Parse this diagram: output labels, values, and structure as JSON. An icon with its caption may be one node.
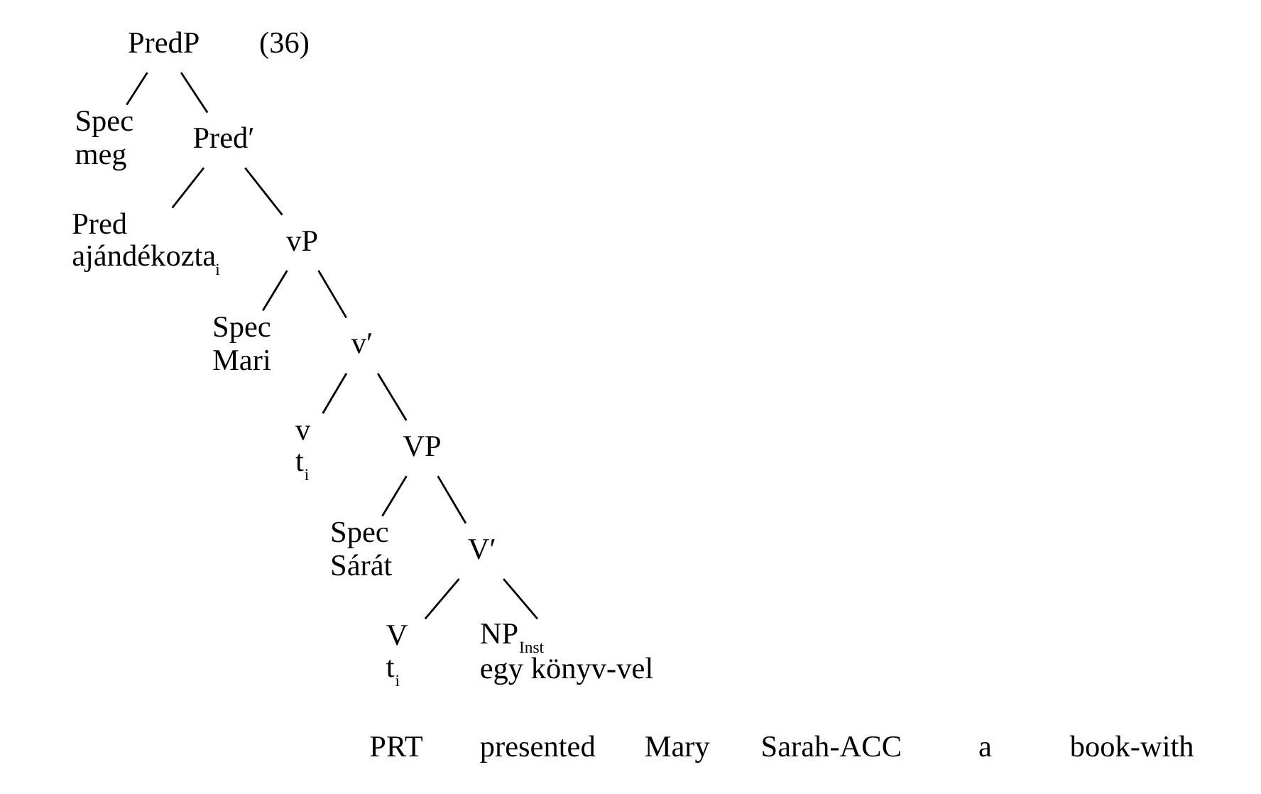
{
  "diagram": {
    "nodes": [
      {
        "text": [
          "PredP"
        ]
      },
      {
        "text": [
          "Spec",
          "meg"
        ]
      },
      {
        "text": [
          "Pred′"
        ]
      },
      {
        "text": [
          "Pred",
          "ajándékozta$_{i}$"
        ]
      },
      {
        "text": [
          "vP"
        ]
      },
      {
        "text": [
          "Spec",
          "Mari"
        ]
      },
      {
        "text": [
          "v′"
        ]
      },
      {
        "text": [
          "v",
          "t$_{i}$"
        ]
      },
      {
        "text": [
          "VP"
        ]
      },
      {
        "text": [
          "Spec",
          "Sárát"
        ]
      },
      {
        "text": [
          "V′"
        ]
      },
      {
        "text": [
          "V",
          "t$_{i}$"
        ]
      },
      {
        "text": [
          "NP$_{Inst}$",
          "egy könyv-vel"
        ]
      }
    ],
    "edges": [
      {
        "from": 0,
        "to": 1,
        "arrow": "none"
      },
      {
        "from": 0,
        "to": 2,
        "arrow": "none"
      },
      {
        "from": 2,
        "to": 3,
        "arrow": "none"
      },
      {
        "from": 2,
        "to": 4,
        "arrow": "none"
      },
      {
        "from": 4,
        "to": 5,
        "arrow": "none"
      },
      {
        "from": 4,
        "to": 6,
        "arrow": "none"
      },
      {
        "from": 6,
        "to": 7,
        "arrow": "none"
      },
      {
        "from": 6,
        "to": 8,
        "arrow": "none"
      },
      {
        "from": 8,
        "to": 9,
        "arrow": "none"
      },
      {
        "from": 8,
        "to": 10,
        "arrow": "none"
      },
      {
        "from": 10,
        "to": 11,
        "arrow": "none"
      },
      {
        "from": 10,
        "to": 12,
        "arrow": "none"
      }
    ],
    "labels": [
      "(36)",
      "PRT",
      "presented",
      "Mary",
      "Sarah-ACC",
      "a",
      "book-with"
    ]
  }
}
